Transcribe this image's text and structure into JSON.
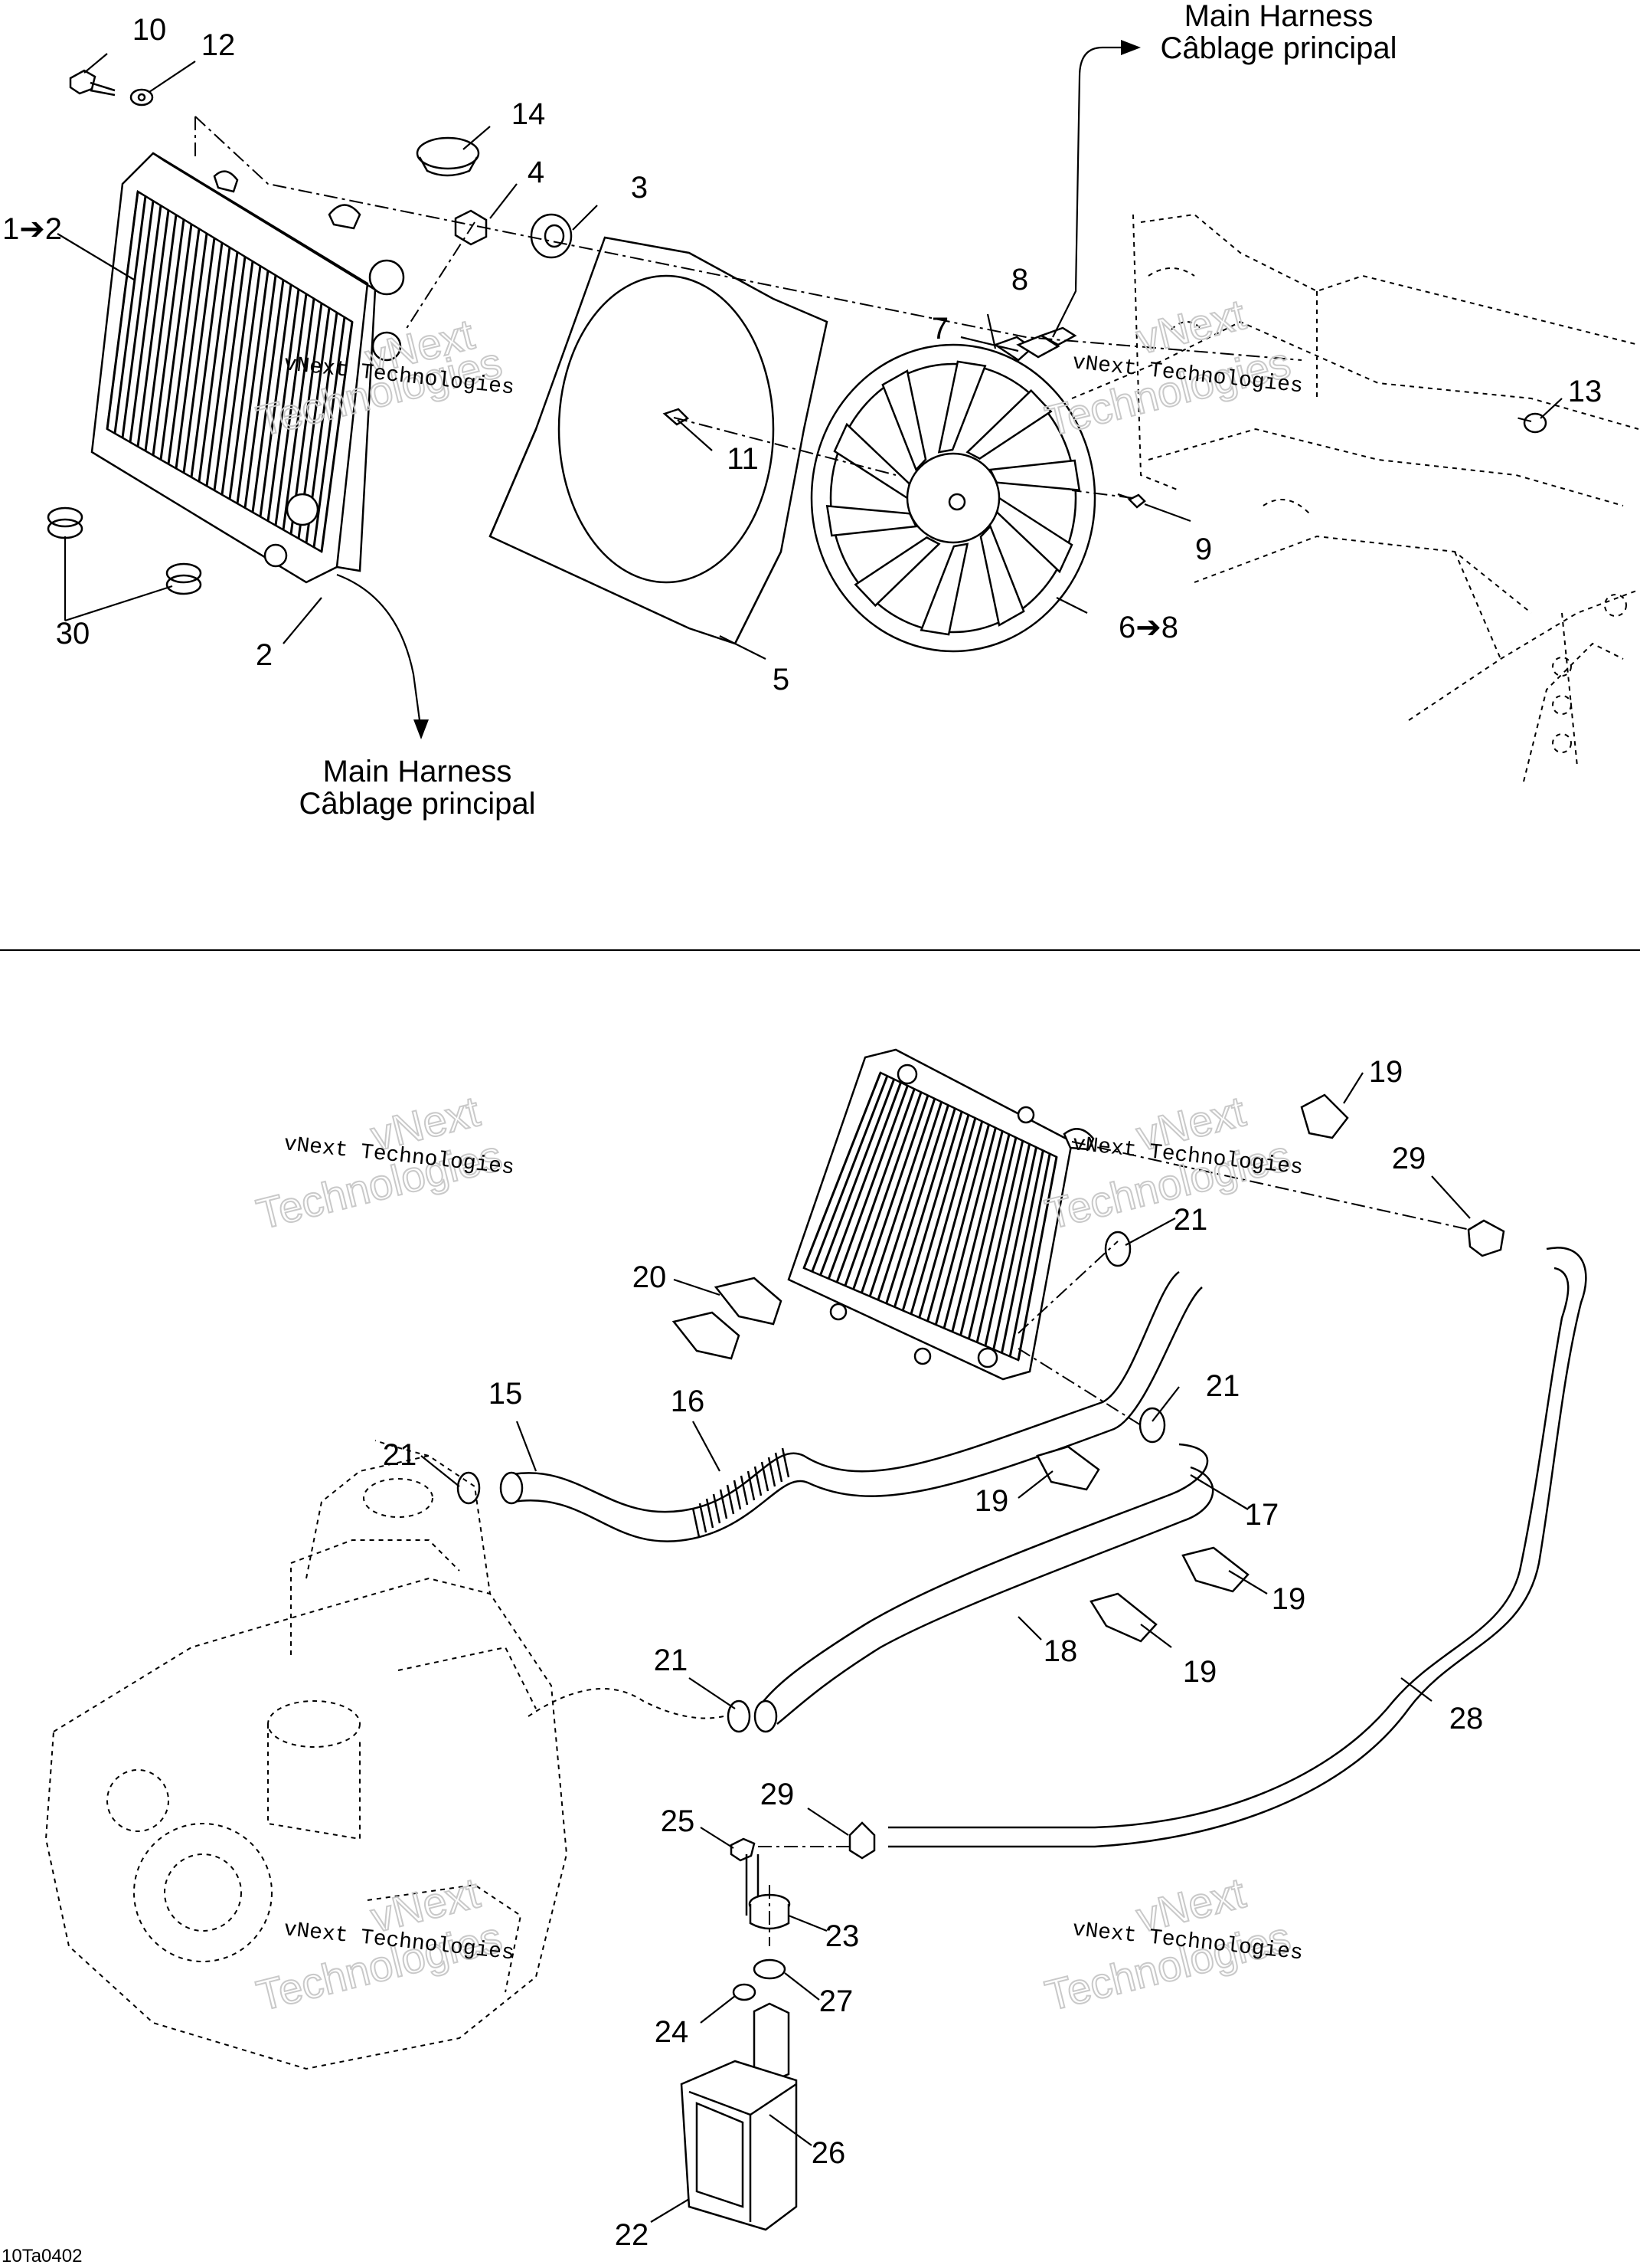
{
  "harness_labels": [
    {
      "line1": "Main Harness",
      "line2": "Câblage principal"
    },
    {
      "line1": "Main Harness",
      "line2": "Câblage principal"
    }
  ],
  "watermark": {
    "big_line1": "vNext",
    "big_line2": "Technologies",
    "small": "vNext Technologies"
  },
  "callouts_top": [
    "10",
    "12",
    "14",
    "4",
    "3",
    "1➔2",
    "8",
    "7",
    "11",
    "13",
    "9",
    "6➔8",
    "30",
    "2",
    "5"
  ],
  "callouts_bottom": [
    "19",
    "29",
    "21",
    "20",
    "21",
    "15",
    "16",
    "21",
    "19",
    "17",
    "19",
    "18",
    "19",
    "21",
    "28",
    "25",
    "29",
    "23",
    "27",
    "24",
    "26",
    "22"
  ],
  "drawing_code": "10Ta0402"
}
